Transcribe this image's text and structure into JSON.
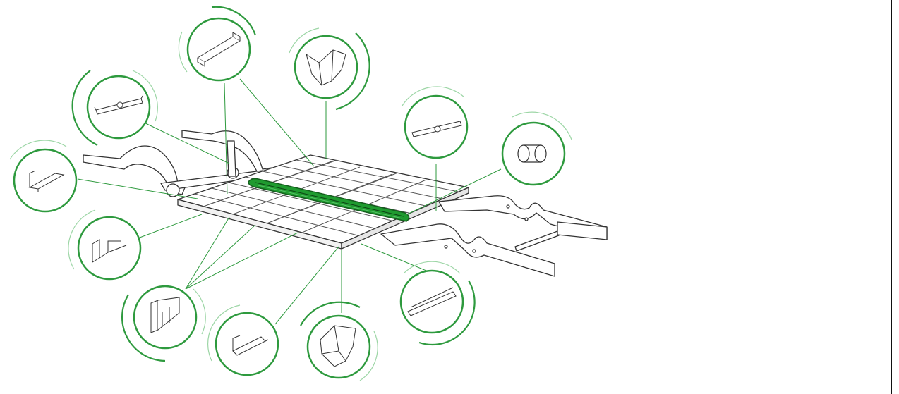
{
  "diagram": {
    "subject": "chassis-frame-exploded-callouts",
    "colors": {
      "accent": "#2e9a3e",
      "accent_light": "#8fd19a",
      "line": "#333333",
      "highlight": "#1f9a2f",
      "background": "#ffffff"
    },
    "callouts": [
      {
        "id": "c1",
        "icon": "omega-profile-icon"
      },
      {
        "id": "c2",
        "icon": "hat-channel-icon"
      },
      {
        "id": "c3",
        "icon": "hat-channel-icon"
      },
      {
        "id": "c4",
        "icon": "bent-bracket-icon"
      },
      {
        "id": "c5",
        "icon": "tube-sleeve-icon"
      },
      {
        "id": "c6",
        "icon": "hat-channel-icon"
      },
      {
        "id": "c7",
        "icon": "z-profile-icon"
      },
      {
        "id": "c8",
        "icon": "u-profile-icon"
      },
      {
        "id": "c9",
        "icon": "double-c-profile-icon"
      },
      {
        "id": "c10",
        "icon": "z-profile-icon"
      },
      {
        "id": "c11",
        "icon": "bent-bracket-icon"
      },
      {
        "id": "c12",
        "icon": "hat-channel-icon"
      }
    ]
  }
}
